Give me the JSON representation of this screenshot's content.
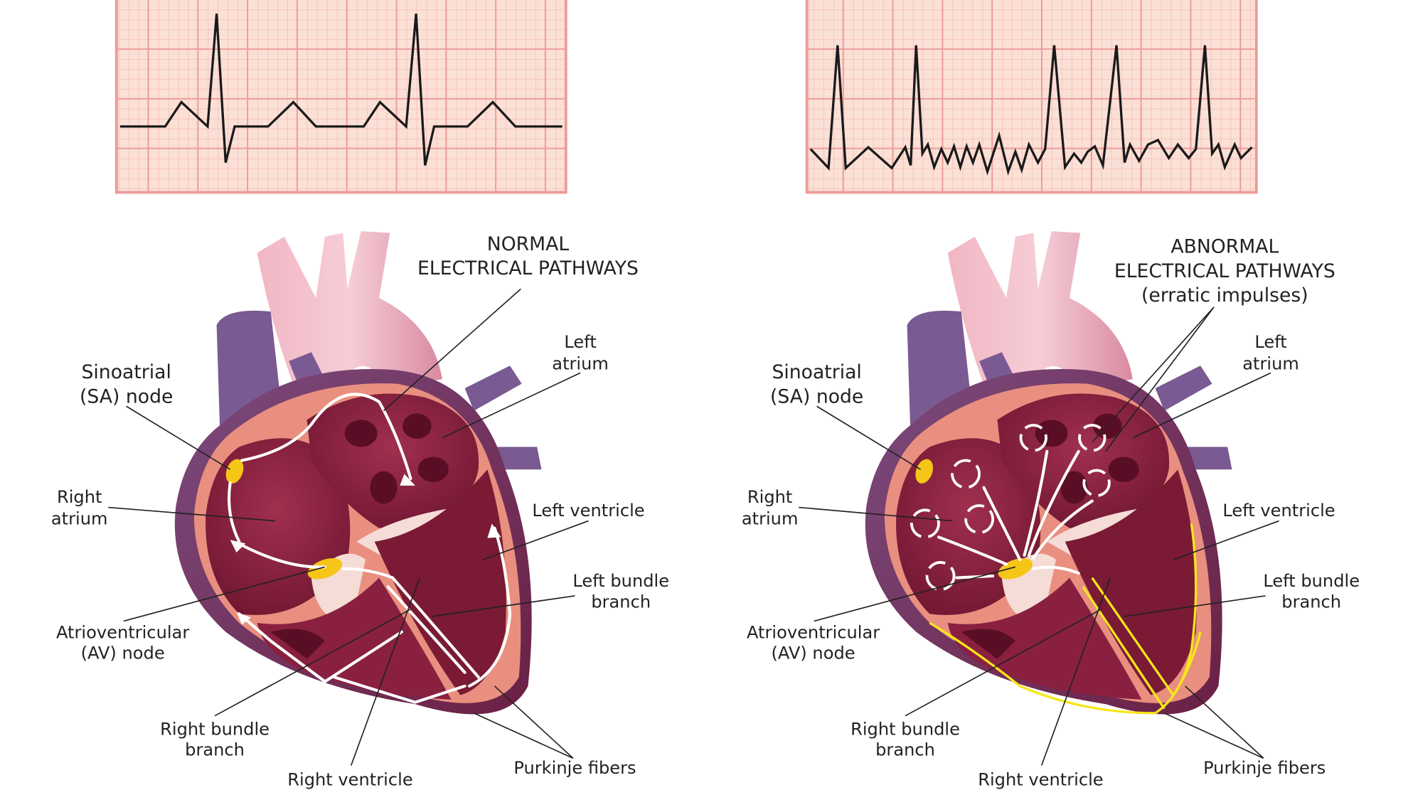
{
  "normal": {
    "title_line1": "NORMAL",
    "title_line2": "ELECTRICAL PATHWAYS",
    "labels": {
      "sa_node_1": "Sinoatrial",
      "sa_node_2": "(SA) node",
      "left_atrium_1": "Left",
      "left_atrium_2": "atrium",
      "right_atrium_1": "Right",
      "right_atrium_2": "atrium",
      "left_ventricle": "Left ventricle",
      "left_bundle_1": "Left bundle",
      "left_bundle_2": "branch",
      "av_node_1": "Atrioventricular",
      "av_node_2": "(AV) node",
      "right_bundle_1": "Right bundle",
      "right_bundle_2": "branch",
      "right_ventricle": "Right ventricle",
      "purkinje": "Purkinje fibers"
    }
  },
  "abnormal": {
    "title_line1": "ABNORMAL",
    "title_line2": "ELECTRICAL PATHWAYS",
    "title_line3": "(erratic impulses)",
    "labels": {
      "sa_node_1": "Sinoatrial",
      "sa_node_2": "(SA) node",
      "left_atrium_1": "Left",
      "left_atrium_2": "atrium",
      "right_atrium_1": "Right",
      "right_atrium_2": "atrium",
      "left_ventricle": "Left ventricle",
      "left_bundle_1": "Left bundle",
      "left_bundle_2": "branch",
      "av_node_1": "Atrioventricular",
      "av_node_2": "(AV) node",
      "right_bundle_1": "Right bundle",
      "right_bundle_2": "branch",
      "right_ventricle": "Right ventricle",
      "purkinje": "Purkinje fibers"
    }
  },
  "colors": {
    "ecg_paper": "#fbe0d6",
    "grid": "#ee9a98",
    "node": "#f5c518",
    "abnormal_conduction": "#f7e61a"
  }
}
